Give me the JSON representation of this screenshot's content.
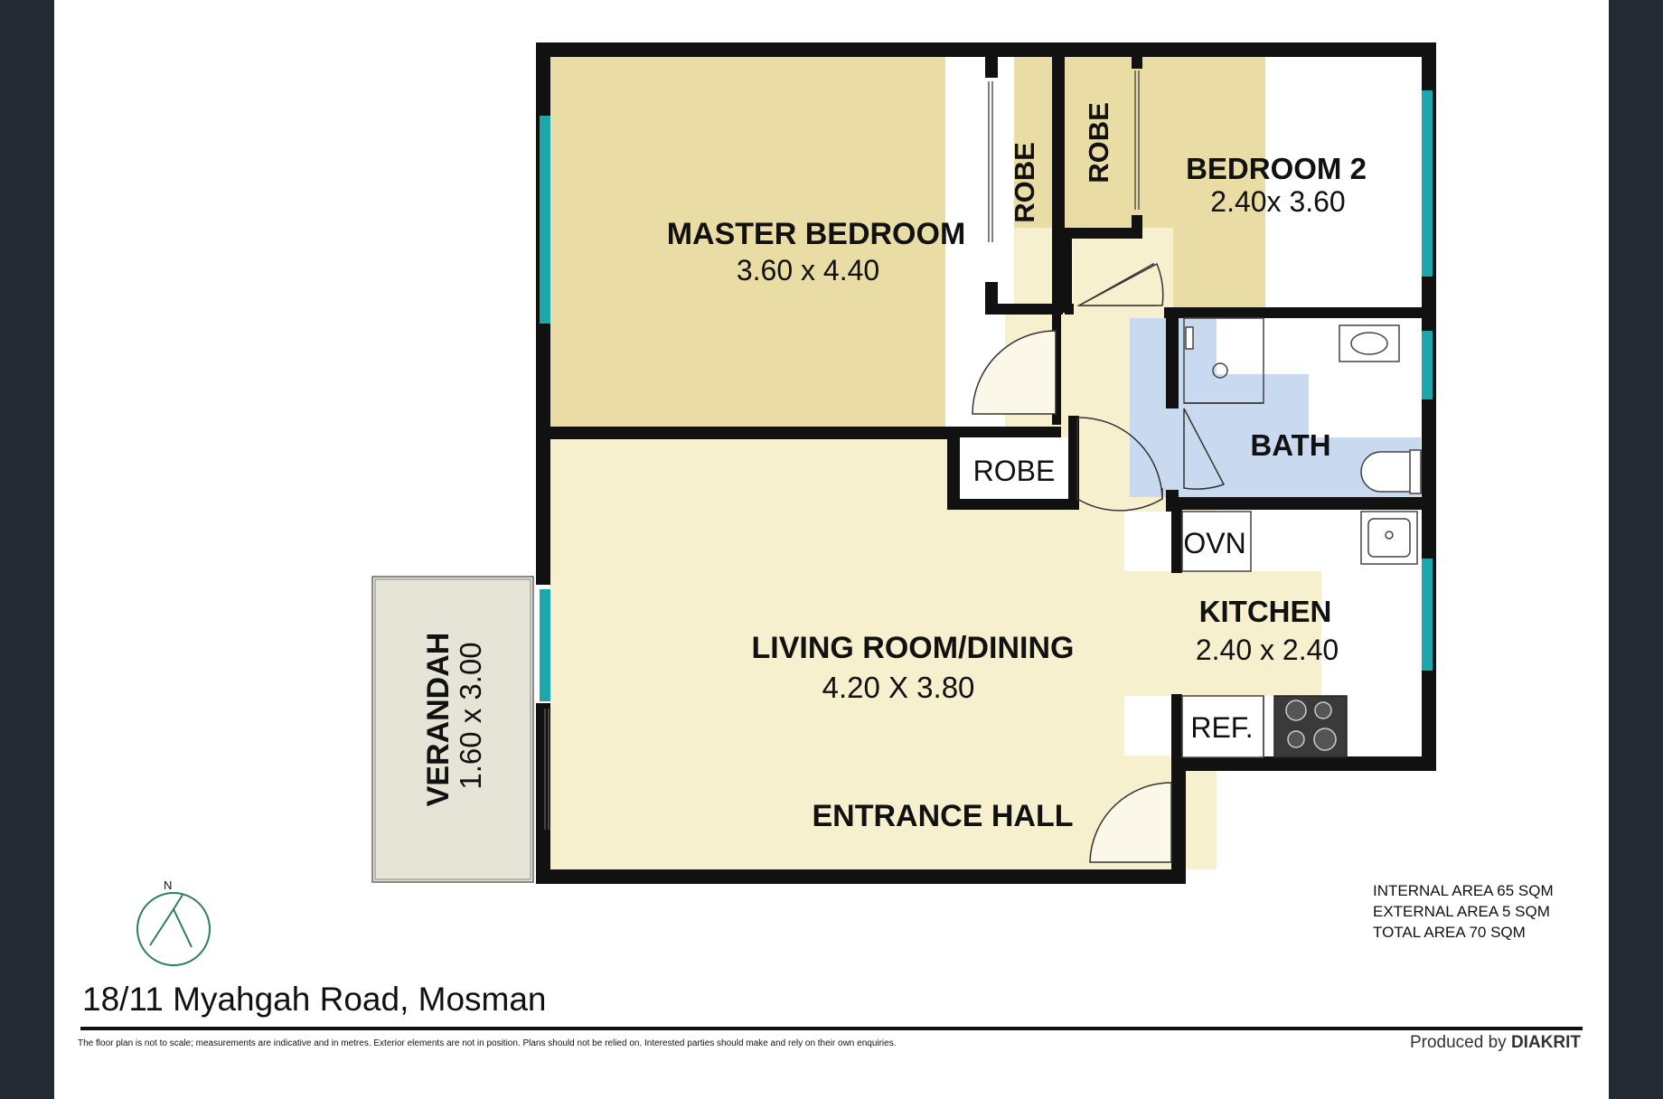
{
  "rooms": {
    "master_bedroom": {
      "name": "MASTER BEDROOM",
      "dims": "3.60 x 4.40"
    },
    "bedroom2": {
      "name": "BEDROOM 2",
      "dims": "2.40x 3.60"
    },
    "robe": "ROBE",
    "bath": "BATH",
    "ovn": "OVN",
    "ref": "REF.",
    "kitchen": {
      "name": "KITCHEN",
      "dims": "2.40 x 2.40"
    },
    "living": {
      "name": "LIVING ROOM/DINING",
      "dims": "4.20 X 3.80"
    },
    "entrance": "ENTRANCE HALL",
    "verandah": {
      "name": "VERANDAH",
      "dims": "1.60 x 3.00"
    }
  },
  "compass": {
    "north": "N"
  },
  "areas": [
    "INTERNAL AREA 65 SQM",
    "EXTERNAL AREA 5 SQM",
    "TOTAL AREA 70 SQM"
  ],
  "address": "18/11 Myahgah Road, Mosman",
  "disclaimer": "The floor plan is not to scale; measurements are indicative and in metres. Exterior elements are not in position. Plans should not be relied on. Interested parties should make and rely on their own enquiries.",
  "produced_by": {
    "prefix": "Produced by",
    "brand": "DIAKRIT"
  },
  "colors": {
    "bedroom": "#e9dca5",
    "living": "#f6f0cf",
    "bath": "#c9daf0",
    "verandah": "#e5e4d6",
    "wall": "#111111",
    "window": "#1ca7ac",
    "compass": "#2e7d66"
  }
}
